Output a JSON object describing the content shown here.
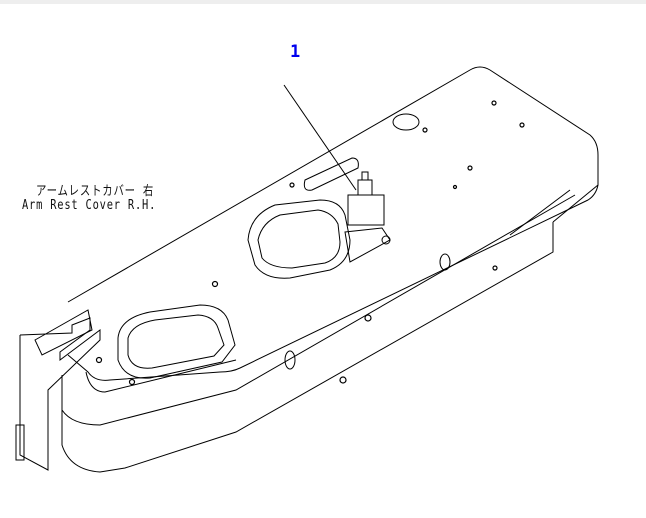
{
  "diagram": {
    "callouts": [
      {
        "number": "1",
        "color": "#0000ee"
      }
    ],
    "part_label_jp": "アームレストカバー 右",
    "part_label_en": "Arm Rest Cover R.H."
  }
}
